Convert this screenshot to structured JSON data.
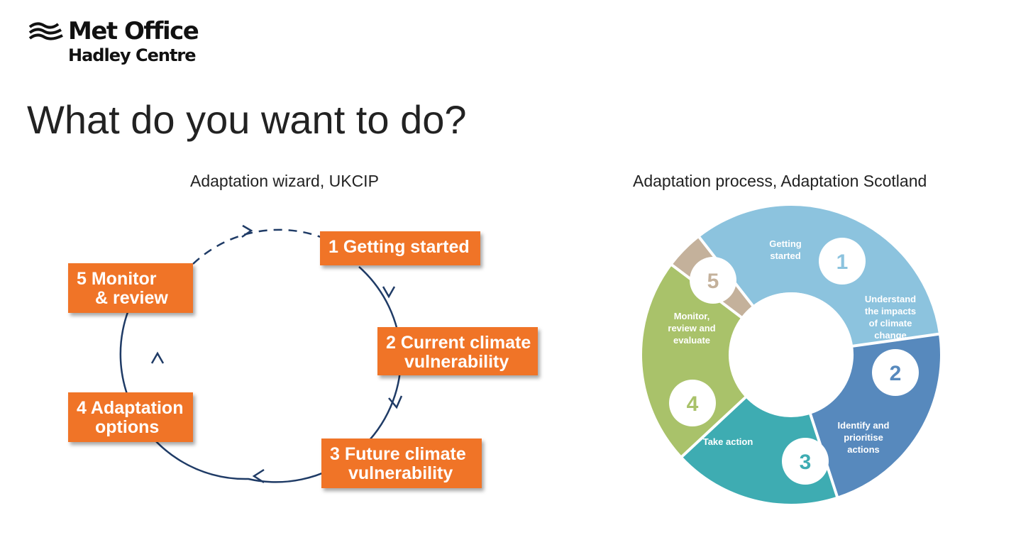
{
  "logo": {
    "line1": "Met Office",
    "line2": "Hadley Centre",
    "icon": "waves-icon"
  },
  "title": "What do you want to do?",
  "left_diagram": {
    "caption": "Adaptation wizard, UKCIP",
    "box_color": "#f07427",
    "arrow_color": "#1f3b66",
    "steps": [
      {
        "line1": "1  Getting started",
        "line2": ""
      },
      {
        "line1": "2  Current climate",
        "line2": "vulnerability"
      },
      {
        "line1": "3  Future climate",
        "line2": "vulnerability"
      },
      {
        "line1": "4 Adaptation",
        "line2": "options"
      },
      {
        "line1": "5 Monitor",
        "line2": "& review"
      }
    ]
  },
  "right_diagram": {
    "caption": "Adaptation process, Adaptation Scotland",
    "segments": [
      {
        "number": "1",
        "label": [
          "Getting",
          "started"
        ],
        "color": "#8cc3de"
      },
      {
        "number": "2",
        "label": [
          "Understand",
          "the impacts",
          "of climate",
          "change"
        ],
        "color": "#5789bd"
      },
      {
        "number": "3",
        "label": [
          "Identify and",
          "prioritise",
          "actions"
        ],
        "color": "#3eacb2"
      },
      {
        "number": "4",
        "label": [
          "Take action"
        ],
        "color": "#a9c26a"
      },
      {
        "number": "5",
        "label": [
          "Monitor,",
          "review and",
          "evaluate"
        ],
        "color": "#c4b19b"
      }
    ]
  }
}
